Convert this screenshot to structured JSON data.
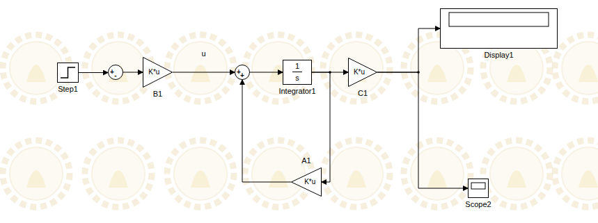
{
  "diagram": {
    "nodes": [
      {
        "text": [
          "Step1"
        ]
      },
      {
        "text": [
          "+",
          "-"
        ]
      },
      {
        "text": [
          "K*u",
          "B1"
        ]
      },
      {
        "text": [
          "+",
          "+"
        ]
      },
      {
        "text": [
          "1",
          "s",
          "Integrator1"
        ]
      },
      {
        "text": [
          "K*u",
          "C1"
        ]
      },
      {
        "text": [
          "Display1"
        ]
      },
      {
        "text": [
          "Scope2"
        ]
      },
      {
        "text": [
          "K*u",
          "A1"
        ]
      }
    ],
    "edges": [
      {
        "from": 0,
        "to": 1,
        "arrow": "to"
      },
      {
        "from": 1,
        "to": 2,
        "arrow": "to"
      },
      {
        "from": 2,
        "to": 3,
        "label": "u",
        "arrow": "to"
      },
      {
        "from": 3,
        "to": 4,
        "arrow": "to"
      },
      {
        "from": 4,
        "to": 5,
        "arrow": "to"
      },
      {
        "from": 4,
        "to": 8,
        "arrow": "to"
      },
      {
        "from": 8,
        "to": 3,
        "arrow": "to"
      },
      {
        "from": 5,
        "to": 6,
        "arrow": "to"
      },
      {
        "from": 5,
        "to": 7,
        "arrow": "to"
      }
    ]
  }
}
